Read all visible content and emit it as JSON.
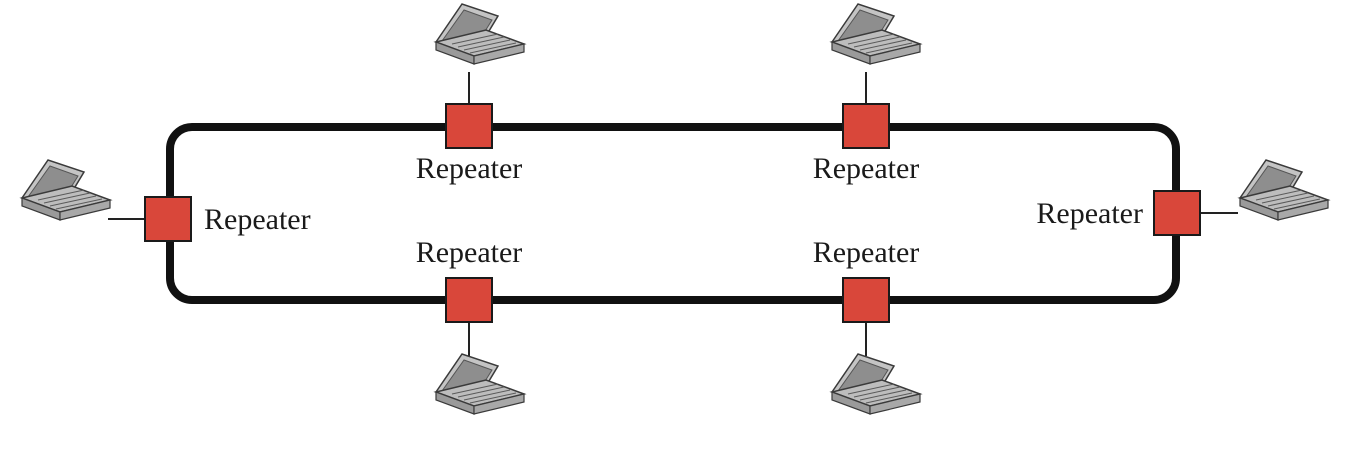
{
  "diagram": {
    "type": "ring-topology",
    "colors": {
      "ring": "#111111",
      "repeater_fill": "#d9473a",
      "repeater_stroke": "#1a1a1a",
      "laptop_body": "#b9b9b9",
      "laptop_screen": "#8e8e8e"
    },
    "repeaters": [
      {
        "id": "top-left",
        "label": "Repeater"
      },
      {
        "id": "top-right",
        "label": "Repeater"
      },
      {
        "id": "left",
        "label": "Repeater"
      },
      {
        "id": "right",
        "label": "Repeater"
      },
      {
        "id": "bottom-left",
        "label": "Repeater"
      },
      {
        "id": "bottom-right",
        "label": "Repeater"
      }
    ],
    "icons": {
      "repeater": "repeater-square-icon",
      "station": "laptop-icon"
    }
  }
}
